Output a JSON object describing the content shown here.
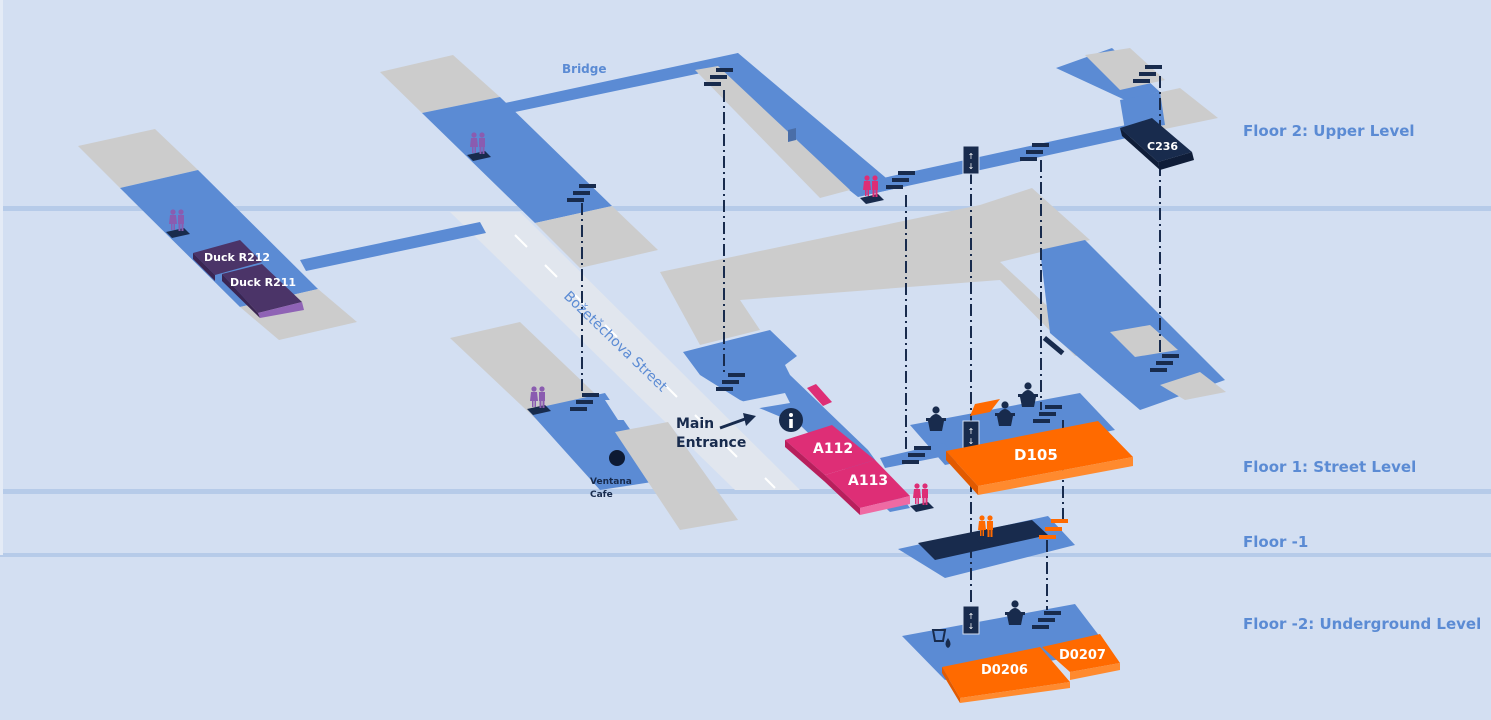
{
  "map": {
    "colors": {
      "background": "#d3dff2",
      "floor_band_line": "#b6cbe9",
      "corridor_blue": "#5b8bd4",
      "building_gray": "#cccccc",
      "street": "#e1e6ee",
      "dark_navy": "#182b4d",
      "duck_purple": "#4b3468",
      "duck_purple_edge": "#8f63b5",
      "a_rooms_pink": "#de2e76",
      "a_rooms_pink_edge": "#ef6aa3",
      "d_rooms_orange": "#ff6a00",
      "d_rooms_orange_edge": "#ff8a2e",
      "restroom_purple": "#8a5cb0",
      "restroom_pink": "#dd2e76",
      "restroom_orange": "#ff6a00",
      "floor_label": "#5b8bd4"
    },
    "floor_labels": [
      "Floor 2: Upper Level",
      "Floor 1: Street Level",
      "Floor -1",
      "Floor -2: Underground Level"
    ],
    "labels": {
      "bridge": "Bridge",
      "street": "Božetěchova Street",
      "main_entrance_line1": "Main",
      "main_entrance_line2": "Entrance",
      "cafe_line1": "Ventana",
      "cafe_line2": "Cafe"
    },
    "rooms": [
      {
        "id": "duck-r212",
        "label": "Duck R212",
        "floor": "Floor 2"
      },
      {
        "id": "duck-r211",
        "label": "Duck R211",
        "floor": "Floor 2"
      },
      {
        "id": "c236",
        "label": "C236",
        "floor": "Floor 2"
      },
      {
        "id": "a112",
        "label": "A112",
        "floor": "Floor 1"
      },
      {
        "id": "a113",
        "label": "A113",
        "floor": "Floor 1"
      },
      {
        "id": "d105",
        "label": "D105",
        "floor": "Floor 1"
      },
      {
        "id": "d0206",
        "label": "D0206",
        "floor": "Floor -2"
      },
      {
        "id": "d0207",
        "label": "D0207",
        "floor": "Floor -2"
      }
    ],
    "icons": [
      "restroom-icon",
      "stairs-icon",
      "elevator-icon",
      "info-icon",
      "reception-desk-icon",
      "water-icon",
      "cafe-marker-icon",
      "arrow-icon"
    ]
  }
}
